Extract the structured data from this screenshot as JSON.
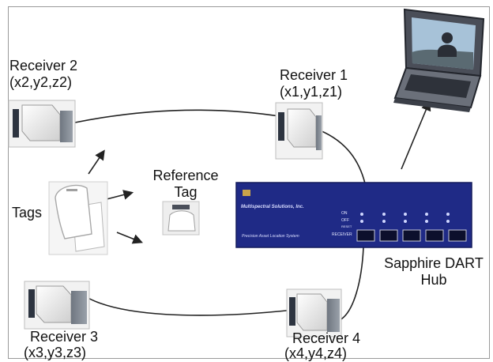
{
  "receivers": [
    {
      "name": "Receiver 2",
      "coords": "(x2,y2,z2)"
    },
    {
      "name": "Receiver 1",
      "coords": "(x1,y1,z1)"
    },
    {
      "name": "Receiver 3",
      "coords": "(x3,y3,z3)"
    },
    {
      "name": "Receiver 4",
      "coords": "(x4,y4,z4)"
    }
  ],
  "tags_label": "Tags",
  "reference_tag": {
    "line1": "Reference",
    "line2": "Tag"
  },
  "hub": {
    "line1": "Sapphire DART",
    "line2": "Hub",
    "brand": "Multispectral Solutions, Inc.",
    "tagline": "Precision Asset Location System",
    "panel_labels": {
      "on": "ON",
      "off": "OFF",
      "reset": "RESET",
      "receiver": "RECEIVER"
    }
  },
  "colors": {
    "hub_blue": "#1f2a86",
    "line": "#222222",
    "device": "#e8e8e8"
  }
}
